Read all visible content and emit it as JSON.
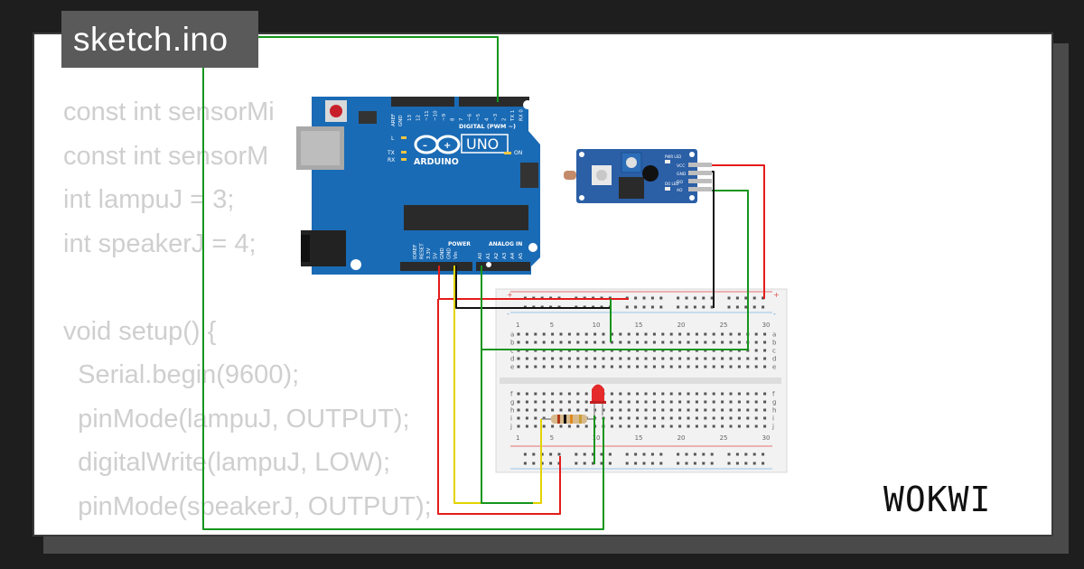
{
  "title": "sketch.ino",
  "brand": "WOKWI",
  "code_lines": [
    "const int sensorMi",
    "const int sensorM",
    "int lampuJ = 3;",
    "int speakerJ = 4;",
    "",
    "void setup() {",
    "  Serial.begin(9600);",
    "  pinMode(lampuJ, OUTPUT);",
    "  digitalWrite(lampuJ, LOW);",
    "  pinMode(speakerJ, OUTPUT);",
    "}"
  ],
  "arduino": {
    "model": "UNO",
    "brand": "ARDUINO",
    "digital_header": "DIGITAL (PWM ~)",
    "power_header": "POWER",
    "analog_header": "ANALOG IN",
    "aref": "AREF",
    "gnd": "GND",
    "tx": "TX",
    "rx": "RX",
    "l": "L",
    "on": "ON",
    "digital_pins": [
      "13",
      "12",
      "~11",
      "~10",
      "~9",
      "8",
      "7",
      "~6",
      "~5",
      "4",
      "~3",
      "2",
      "TX 1",
      "RX 0"
    ],
    "power_pins": [
      "IOREF",
      "RESET",
      "3.3V",
      "5V",
      "GND",
      "GND",
      "Vin"
    ],
    "analog_pins": [
      "A0",
      "A1",
      "A2",
      "A3",
      "A4",
      "A5"
    ]
  },
  "sensor_module": {
    "pins": [
      "VCC",
      "GND",
      "DO",
      "AO"
    ],
    "leds": [
      "PWR LED",
      "DO LED"
    ]
  },
  "breadboard": {
    "column_numbers": [
      "1",
      "5",
      "10",
      "15",
      "20",
      "25",
      "30"
    ],
    "row_letters_top": [
      "a",
      "b",
      "c",
      "d",
      "e"
    ],
    "row_letters_bottom": [
      "f",
      "g",
      "h",
      "i",
      "j"
    ]
  },
  "colors": {
    "wire_red": "#e51b1b",
    "wire_green": "#15951c",
    "wire_black": "#111111",
    "wire_yellow": "#e3d300",
    "arduino_blue": "#1a6bb5",
    "sensor_blue": "#2b5fa6",
    "code_gray": "#cfcfcf",
    "tag_gray": "#5a5a5a"
  }
}
